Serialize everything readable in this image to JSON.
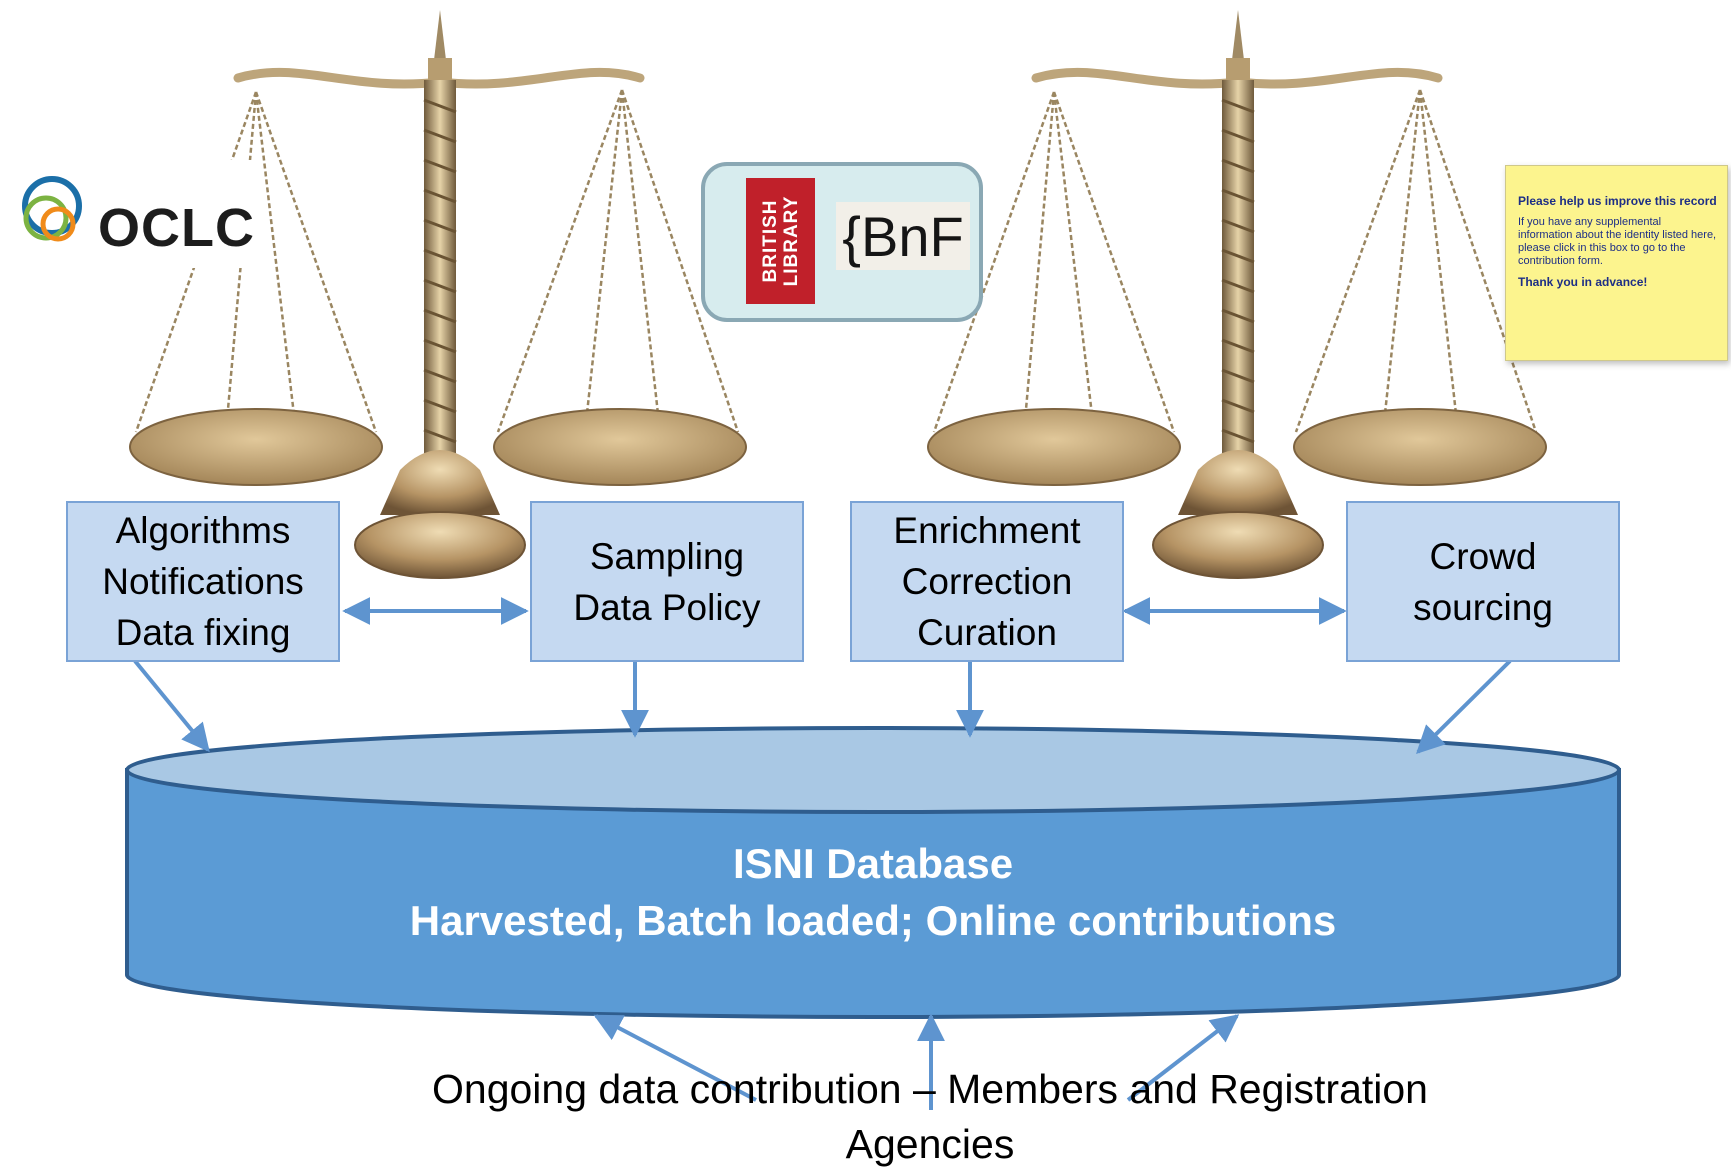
{
  "boxes": {
    "algorithms": [
      "Algorithms",
      "Notifications",
      "Data fixing"
    ],
    "sampling": [
      "Sampling",
      "Data Policy"
    ],
    "enrichment": [
      "Enrichment",
      "Correction",
      "Curation"
    ],
    "crowd": [
      "Crowd",
      "sourcing"
    ]
  },
  "logos": {
    "oclc": "OCLC",
    "british_library": [
      "BRITISH",
      "LIBRARY"
    ],
    "bnf": "{BnF"
  },
  "feedback_box": {
    "title": "Please help us improve this record",
    "body": "If you have any supplemental information about the identity listed here, please click in this box to go to the contribution form.",
    "thanks": "Thank you in advance!"
  },
  "database": {
    "title": "ISNI Database",
    "subtitle": "Harvested, Batch loaded; Online contributions"
  },
  "footer": {
    "line1": "Ongoing data contribution – Members and Registration",
    "line2": "Agencies"
  },
  "colors": {
    "box_fill": "#c5d9f1",
    "box_border": "#7aa3d6",
    "cylinder_body": "#5b9bd5",
    "cylinder_top": "#a9c8e4",
    "arrow": "#5e94cf",
    "brass": "#c4ae86"
  }
}
